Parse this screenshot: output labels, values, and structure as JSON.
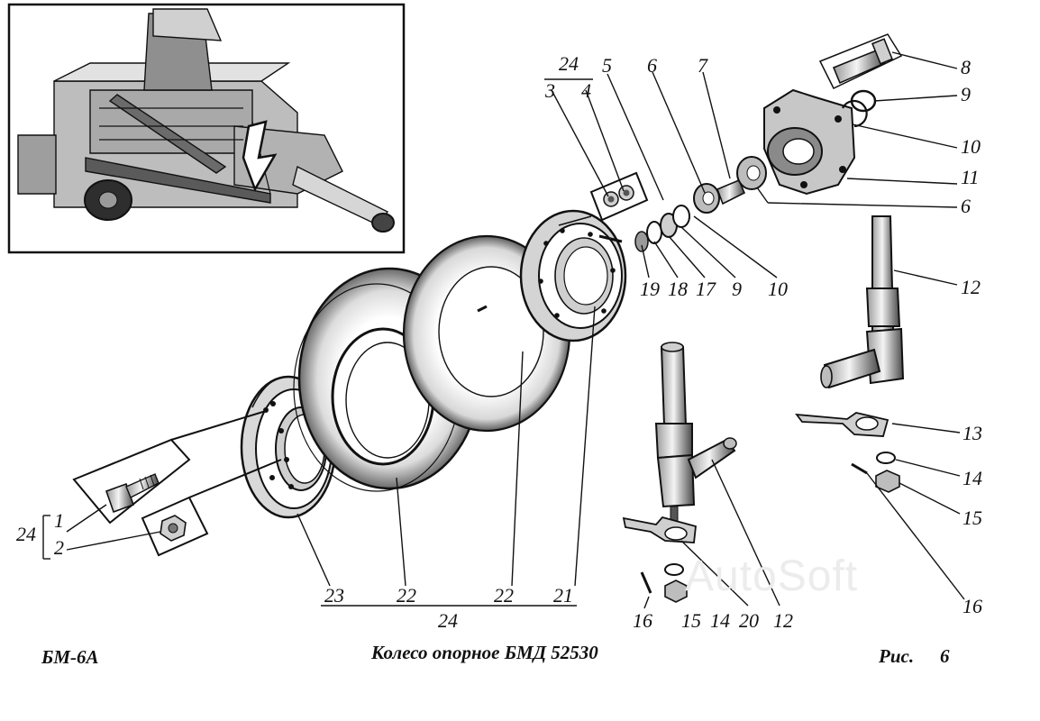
{
  "caption": {
    "model": "БМ-6А",
    "title": "Колесо опорное БМД 52530",
    "figure_label": "Рис.",
    "figure_number": "6"
  },
  "watermark": "AutoSoft",
  "callouts": {
    "c1": "1",
    "c2": "2",
    "c3": "3",
    "c4": "4",
    "c5": "5",
    "c6a": "6",
    "c6b": "6",
    "c7": "7",
    "c8": "8",
    "c9a": "9",
    "c9b": "9",
    "c10a": "10",
    "c10b": "10",
    "c11": "11",
    "c12a": "12",
    "c12b": "12",
    "c13": "13",
    "c14a": "14",
    "c14b": "14",
    "c15a": "15",
    "c15b": "15",
    "c16a": "16",
    "c16b": "16",
    "c17": "17",
    "c18": "18",
    "c19": "19",
    "c20": "20",
    "c21": "21",
    "c22a": "22",
    "c22b": "22",
    "c23": "23",
    "c24a": "24",
    "c24b": "24",
    "c24c": "24"
  },
  "colors": {
    "ink": "#111111",
    "paper": "#ffffff",
    "shade": "#7a7a7a"
  }
}
